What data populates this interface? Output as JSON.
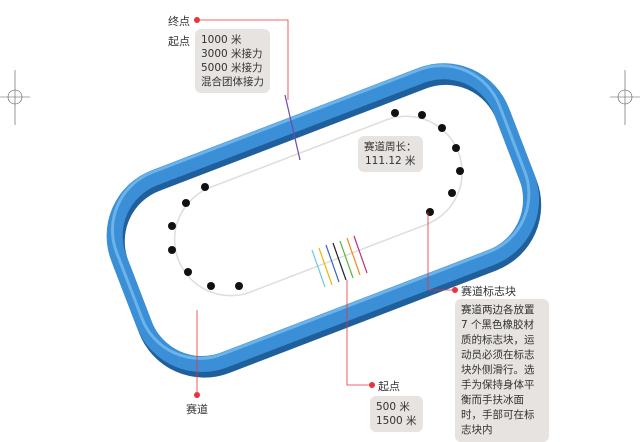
{
  "colors": {
    "track": "#3a8fd6",
    "track_dark": "#1f5f9c",
    "leader": "#e8343c",
    "box": "#e6e3e0"
  },
  "finish_label": "终点",
  "start_label_top": "起点",
  "long_events": [
    "1000 米",
    "3000 米接力",
    "5000 米接力",
    "混合团体接力"
  ],
  "perimeter": {
    "label": "赛道周长：",
    "value": "111.12 米"
  },
  "marker_label": "赛道标志块",
  "marker_desc": [
    "赛道两边各放置",
    "7 个黑色橡胶材",
    "质的标志块，运",
    "动员必须在标志",
    "块外侧滑行。选",
    "手为保持身体平",
    "衡而手扶冰面",
    "时，手部可在标",
    "志块内"
  ],
  "track_label": "赛道",
  "start_label_bottom": "起点",
  "short_events": [
    "500 米",
    "1500 米"
  ]
}
